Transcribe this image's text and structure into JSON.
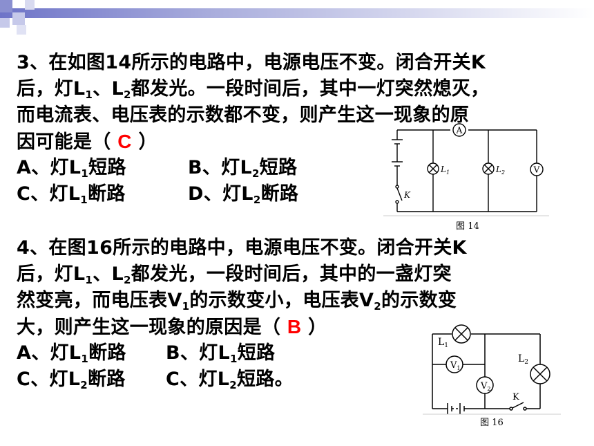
{
  "q3": {
    "line1": "3、在如图14所示的电路中，电源电压不变。闭合开关K",
    "line2_a": "后，灯L",
    "line2_b": "、L",
    "line2_c": "都发光。一段时间后，其中一灯突然熄灭，",
    "line3": "而电流表、电压表的示数都不变，则产生这一现象的原",
    "line4_pre": "因可能是（",
    "answer": "C",
    "line4_post": "）",
    "sub1": "1",
    "sub2": "2",
    "options": [
      {
        "pre": "A、灯L",
        "sub": "1",
        "post": "短路"
      },
      {
        "pre": "B、灯L",
        "sub": "2",
        "post": "短路"
      },
      {
        "pre": "C、灯L",
        "sub": "1",
        "post": "断路"
      },
      {
        "pre": "D、灯L",
        "sub": "2",
        "post": "断路"
      }
    ],
    "figure": {
      "caption": "图 14",
      "ammeter": "A",
      "voltmeter": "V",
      "lamp1": "L",
      "lamp1_sub": "1",
      "lamp2": "L",
      "lamp2_sub": "2",
      "switch": "K"
    }
  },
  "q4": {
    "line1": "4、在图16所示的电路中，电源电压不变。闭合开关K",
    "line2_a": "后，灯L",
    "line2_b": "、L",
    "line2_c": "都发光，一段时间后，其中的一盏灯突",
    "line3_a": "然变亮，而电压表V",
    "line3_sub": "1",
    "line3_b": "的示数变小，电压表V",
    "line3_sub2": "2",
    "line3_c": "的示数变",
    "line4_pre": "大，则产生这一现象的原因是（",
    "answer": "B",
    "line4_post": "）",
    "sub1": "1",
    "sub2": "2",
    "options": [
      {
        "pre": "A、灯L",
        "sub": "1",
        "post": "断路"
      },
      {
        "pre": "B、灯L",
        "sub": "1",
        "post": "短路"
      },
      {
        "pre": "C、灯L",
        "sub": "2",
        "post": "断路"
      },
      {
        "pre": "C、灯L",
        "sub": "2",
        "post": "短路。"
      }
    ],
    "figure": {
      "caption": "图 16",
      "lamp1": "L",
      "lamp1_sub": "1",
      "lamp2": "L",
      "lamp2_sub": "2",
      "v1": "V",
      "v1_sub": "1",
      "v2": "V",
      "v2_sub": "2",
      "switch": "K"
    }
  },
  "colors": {
    "topbar": "#b4b8e0",
    "answer": "#ff0000",
    "squares": "#8a8fd0"
  }
}
